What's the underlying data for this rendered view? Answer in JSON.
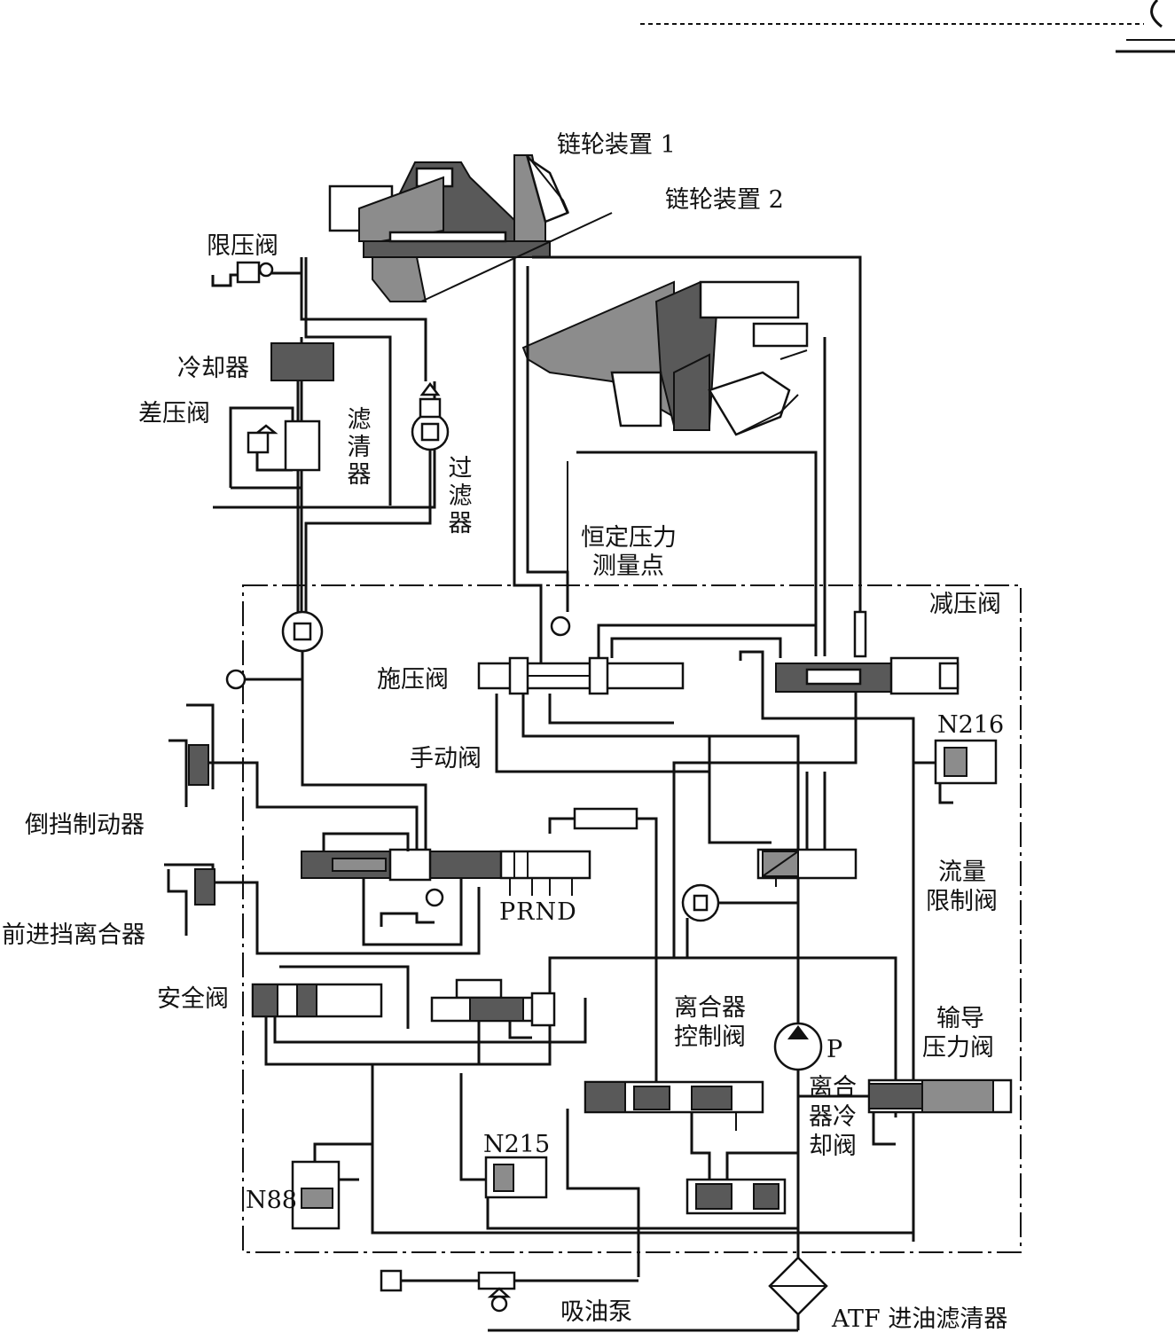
{
  "header": {
    "text": ""
  },
  "labels": {
    "sprocket1": "链轮装置 1",
    "sprocket2": "链轮装置 2",
    "pressure_limit_valve": "限压阀",
    "cooler": "冷却器",
    "diff_pressure_valve": "差压阀",
    "filter_vertical": "滤清器",
    "strainer_vertical": "过滤器",
    "constant_pressure_point_l1": "恒定压力",
    "constant_pressure_point_l2": "测量点",
    "pressure_reducing_valve": "减压阀",
    "clamping_valve": "施压阀",
    "manual_valve": "手动阀",
    "n216": "N216",
    "reverse_brake": "倒挡制动器",
    "forward_clutch": "前进挡离合器",
    "prnd": "PRND",
    "flow_limit_l1": "流量",
    "flow_limit_l2": "限制阀",
    "safety_valve": "安全阀",
    "clutch_control_l1": "离合器",
    "clutch_control_l2": "控制阀",
    "pilot_pressure_l1": "输导",
    "pilot_pressure_l2": "压力阀",
    "pump_p": "P",
    "clutch_cooling_l1": "离合",
    "clutch_cooling_l2": "器冷",
    "clutch_cooling_l3": "却阀",
    "n215": "N215",
    "n88": "N88",
    "suction_pump": "吸油泵",
    "atf_filter": "ATF 进油滤清器"
  }
}
